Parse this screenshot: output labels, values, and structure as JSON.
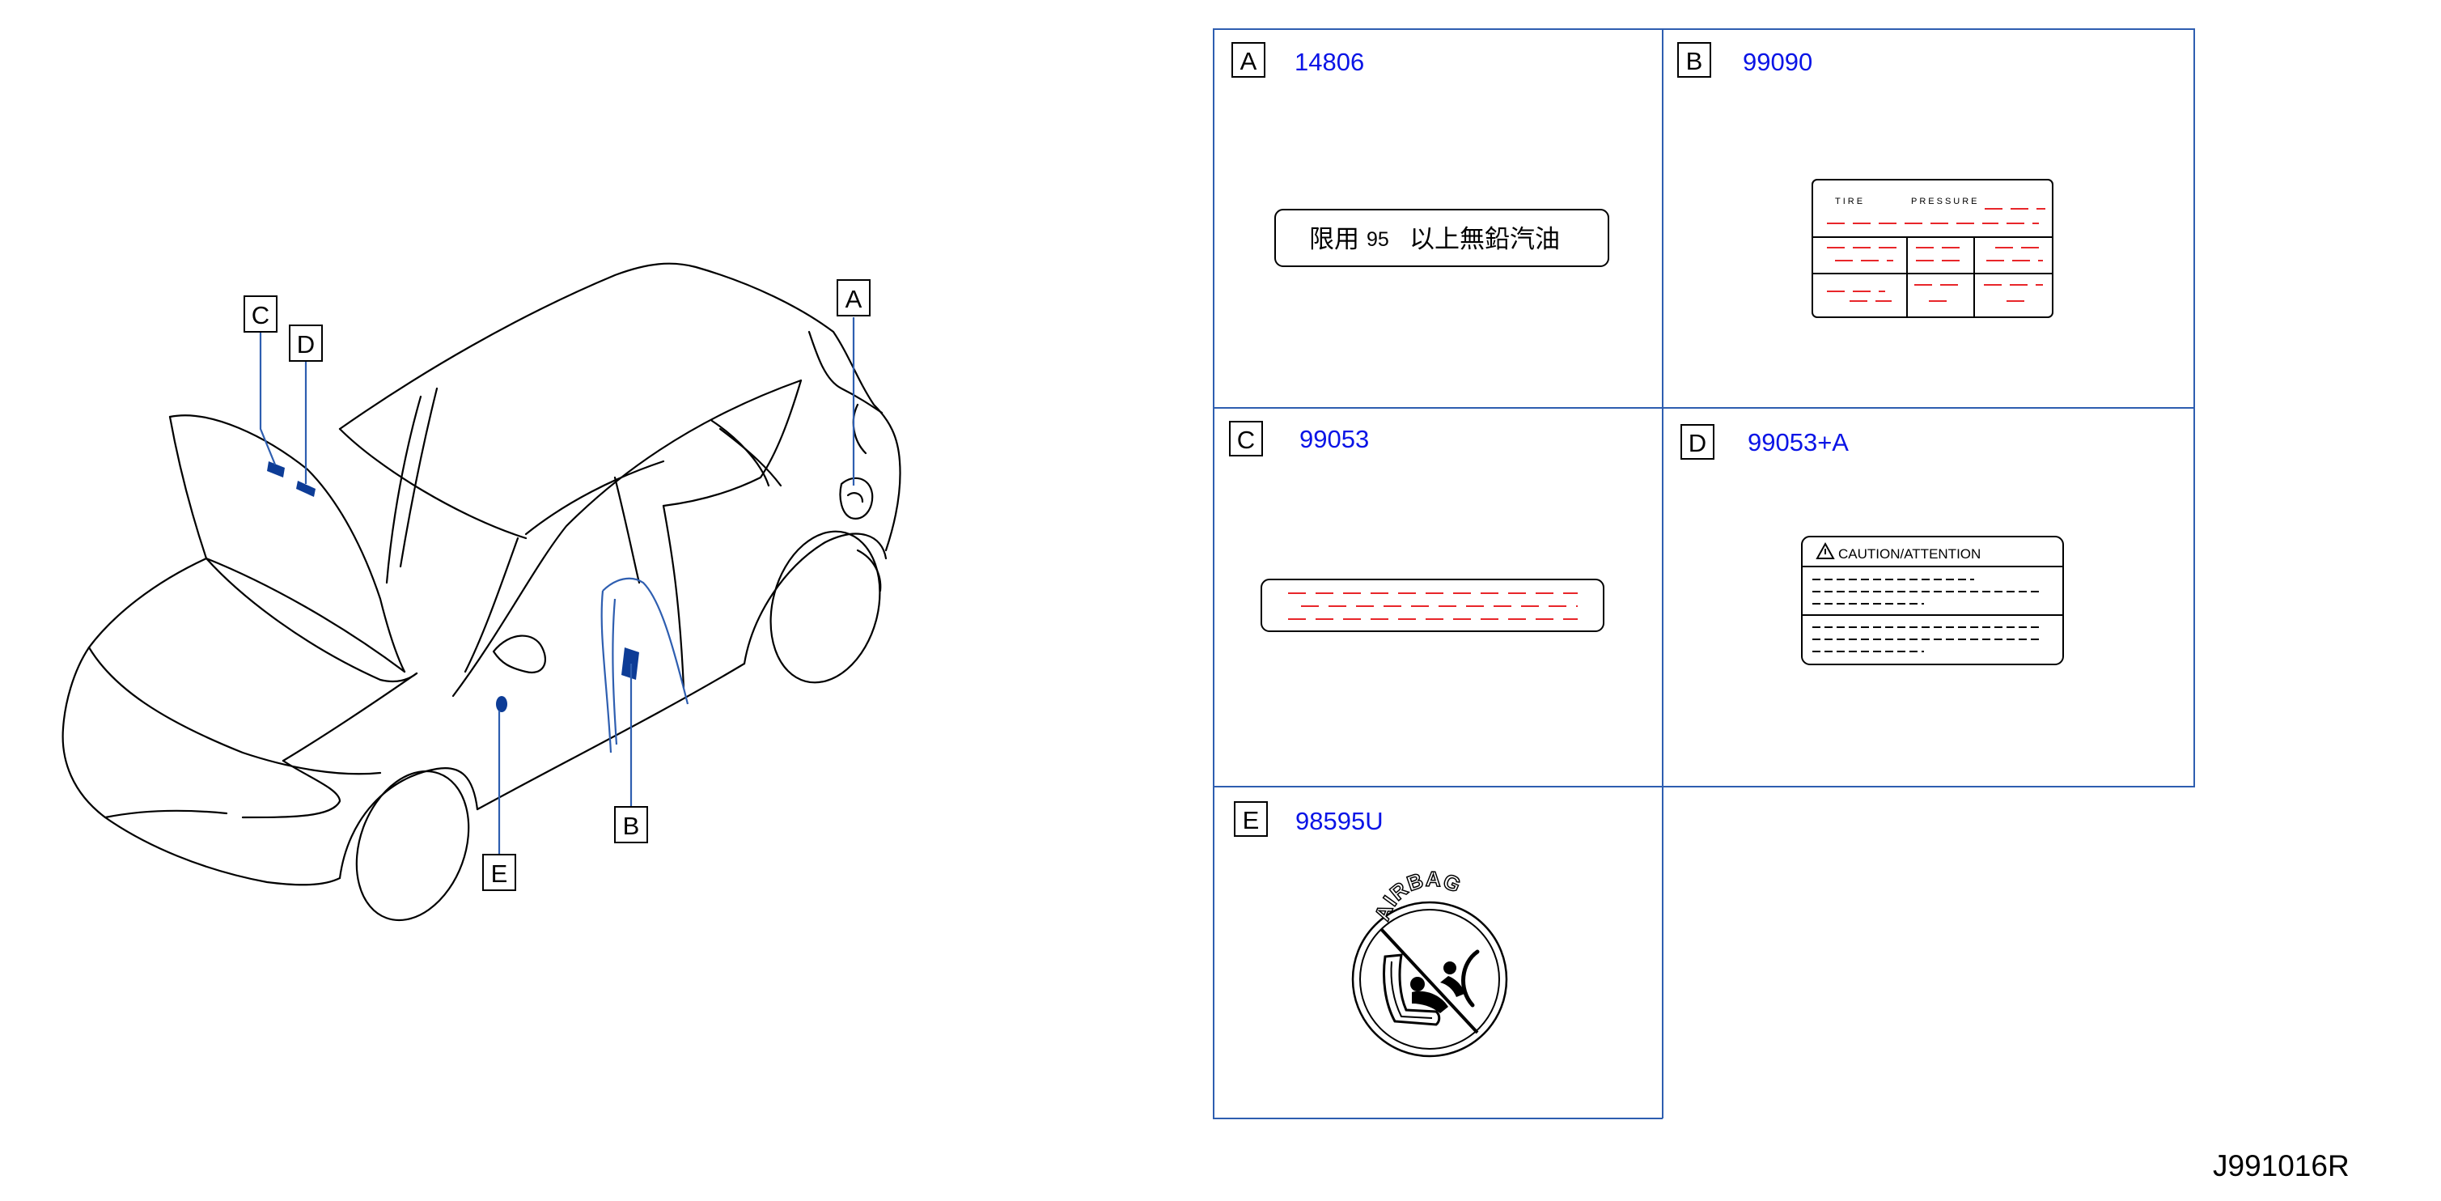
{
  "callouts": {
    "A": "A",
    "B": "B",
    "C": "C",
    "D": "D",
    "E": "E"
  },
  "cells": [
    {
      "letter": "A",
      "part_number": "14806"
    },
    {
      "letter": "B",
      "part_number": "99090"
    },
    {
      "letter": "C",
      "part_number": "99053"
    },
    {
      "letter": "D",
      "part_number": "99053+A"
    },
    {
      "letter": "E",
      "part_number": "98595U"
    }
  ],
  "labels": {
    "fuel_label": {
      "prefix": "限用",
      "octane": "95",
      "suffix": "以上無鉛汽油"
    },
    "tire_label": {
      "word1": "TIRE",
      "word2": "PRESSURE"
    },
    "caution_label": {
      "title": "CAUTION/ATTENTION"
    },
    "airbag_label": {
      "arc_text": "AIRBAG"
    }
  },
  "diagram_code": "J991016R",
  "colors": {
    "frame_blue": "#2e5eb0",
    "part_number_blue": "#0a14e6",
    "placeholder_red": "#e8262a",
    "sticker_blue": "#0d3c96"
  },
  "icons": {
    "vehicle": "car-isometric-outline",
    "warning": "warning-triangle-icon",
    "airbag": "airbag-child-seat-prohibited-icon"
  }
}
